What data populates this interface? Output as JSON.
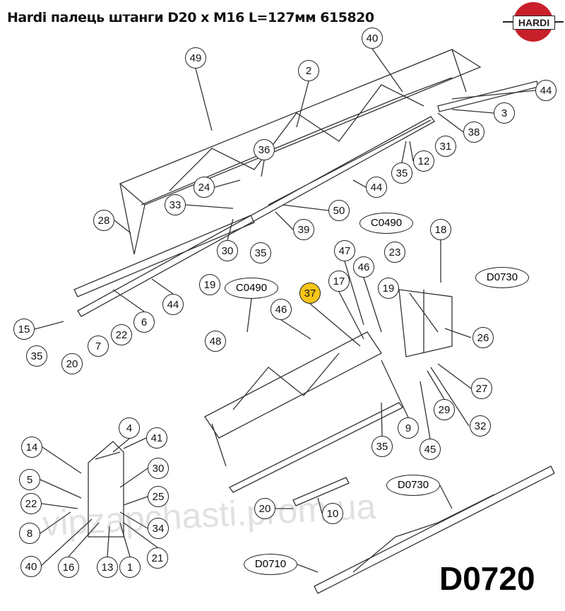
{
  "title": "Hardi палець штанги D20 x M16 L=127мм 615820",
  "logo": "HARDI",
  "drawing_code": "D0720",
  "watermark": "vipzapchasti.prom.ua",
  "highlight_color": "#f5c518",
  "callouts": [
    "40",
    "49",
    "2",
    "44",
    "3",
    "38",
    "31",
    "36",
    "12",
    "35",
    "24",
    "44",
    "33",
    "50",
    "28",
    "39",
    "18",
    "30",
    "35",
    "47",
    "23",
    "46",
    "19",
    "17",
    "19",
    "37",
    "6",
    "44",
    "46",
    "15",
    "22",
    "7",
    "35",
    "20",
    "48",
    "26",
    "27",
    "29",
    "32",
    "9",
    "35",
    "45",
    "4",
    "41",
    "14",
    "30",
    "5",
    "25",
    "22",
    "20",
    "10",
    "8",
    "34",
    "40",
    "16",
    "13",
    "1",
    "21"
  ],
  "refs": [
    "C0490",
    "D0730",
    "C0490",
    "D0730",
    "D0710"
  ]
}
